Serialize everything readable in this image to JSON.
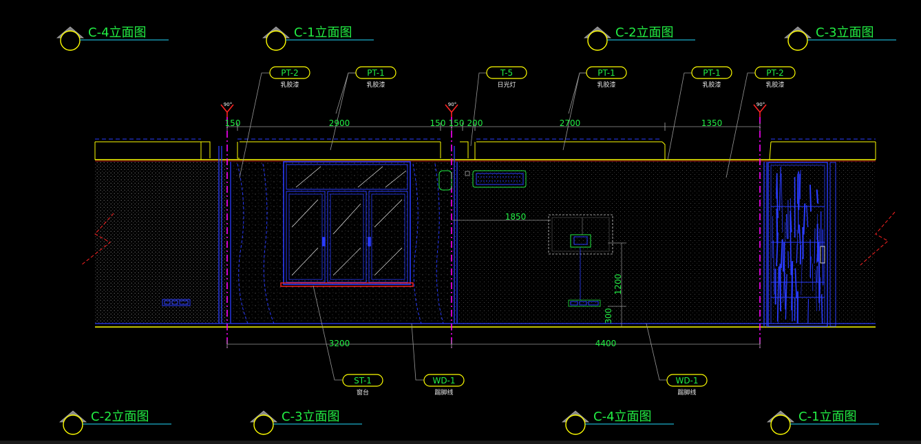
{
  "view_titles_top": [
    "C-4立面图",
    "C-1立面图",
    "C-2立面图",
    "C-3立面图"
  ],
  "view_titles_bottom": [
    "C-2立面图",
    "C-3立面图",
    "C-4立面图",
    "C-1立面图"
  ],
  "tags_top": [
    {
      "code": "PT-2",
      "desc": "乳胶漆"
    },
    {
      "code": "PT-1",
      "desc": "乳胶漆"
    },
    {
      "code": "T-5",
      "desc": "日光灯"
    },
    {
      "code": "PT-1",
      "desc": "乳胶漆"
    },
    {
      "code": "PT-1",
      "desc": "乳胶漆"
    },
    {
      "code": "PT-2",
      "desc": "乳胶漆"
    }
  ],
  "tags_bottom": [
    {
      "code": "ST-1",
      "desc": "窗台"
    },
    {
      "code": "WD-1",
      "desc": "踢脚线"
    },
    {
      "code": "WD-1",
      "desc": "踢脚线"
    }
  ],
  "dims_top": [
    "150",
    "2900",
    "150",
    "150",
    "200",
    "2700",
    "1350"
  ],
  "dims_bottom": [
    "3200",
    "4400"
  ],
  "dims_inner": {
    "horizontal": "1850",
    "v_upper": "1200",
    "v_lower": "300"
  },
  "axis_marker_label": "90°",
  "colors": {
    "background": "#000000",
    "text": "#22ee44",
    "wall": "#ffff00",
    "frame": "#2a3cff",
    "axis": "#ff00ff",
    "leader": "#9a9a9a",
    "sill": "#ff2222"
  }
}
